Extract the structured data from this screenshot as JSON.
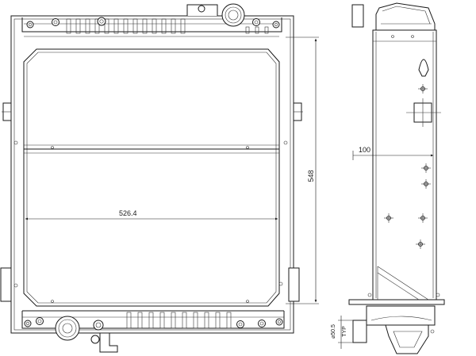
{
  "dimensions": {
    "core_width": "526.4",
    "overall_height": "548",
    "depth": "100",
    "pipe_diameter": "⌀50.5",
    "pipe_note": "TYP"
  }
}
